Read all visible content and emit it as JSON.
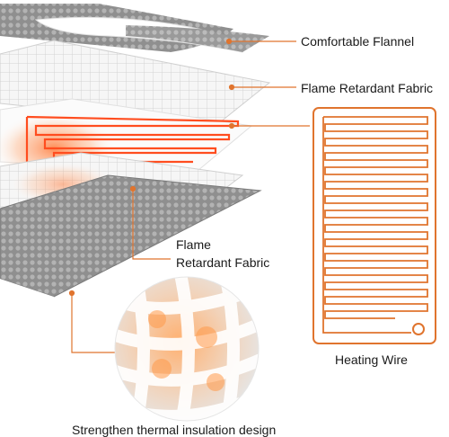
{
  "labels": {
    "comfortable_flannel": "Comfortable Flannel",
    "flame_retardant_top": "Flame Retardant Fabric",
    "flame_retardant_mid_line1": "Flame",
    "flame_retardant_mid_line2": "Retardant Fabric",
    "heating_wire": "Heating Wire",
    "design_caption": "Strengthen thermal insulation design"
  },
  "colors": {
    "accent_orange": "#e0742e",
    "wire_red": "#ff4d1f",
    "flannel_grey": "#9a9a9a",
    "fabric_white": "#f4f4f4"
  }
}
